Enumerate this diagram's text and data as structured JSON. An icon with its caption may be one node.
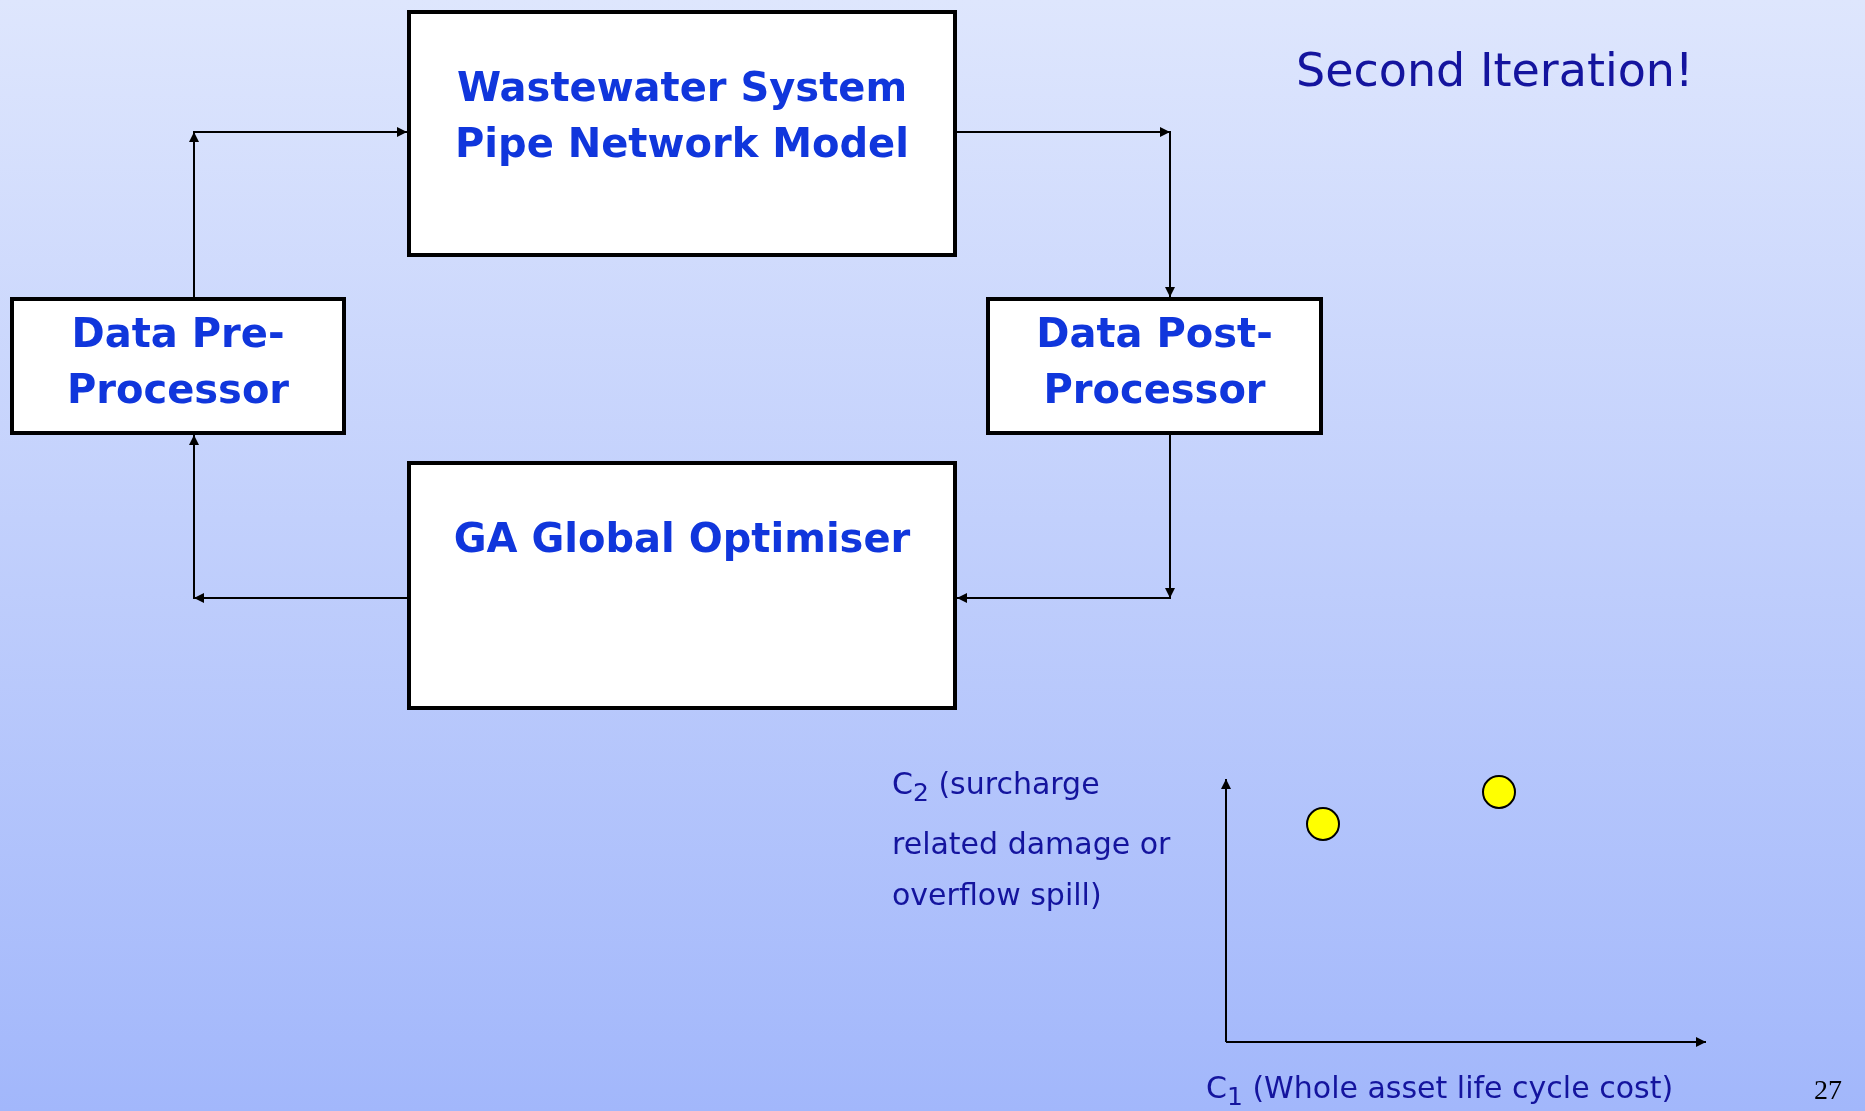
{
  "diagram": {
    "title": "Second Iteration!",
    "nodes": [
      {
        "text": [
          "Wastewater System Pipe Network Model"
        ]
      },
      {
        "text": [
          "Data Pre-Processor"
        ]
      },
      {
        "text": [
          "Data Post-Processor"
        ]
      },
      {
        "text": [
          "GA Global Optimiser"
        ]
      }
    ],
    "edges": [
      {
        "from": 1,
        "to": 0,
        "arrow": "to"
      },
      {
        "from": 0,
        "to": 2,
        "arrow": "to"
      },
      {
        "from": 2,
        "to": 3,
        "arrow": "to"
      },
      {
        "from": 3,
        "to": 1,
        "arrow": "to"
      }
    ],
    "labels": [
      "C$_{2}$ (surcharge related damage or overflow spill)",
      "C$_{1}$ (Whole asset life cycle cost)",
      "27"
    ]
  }
}
